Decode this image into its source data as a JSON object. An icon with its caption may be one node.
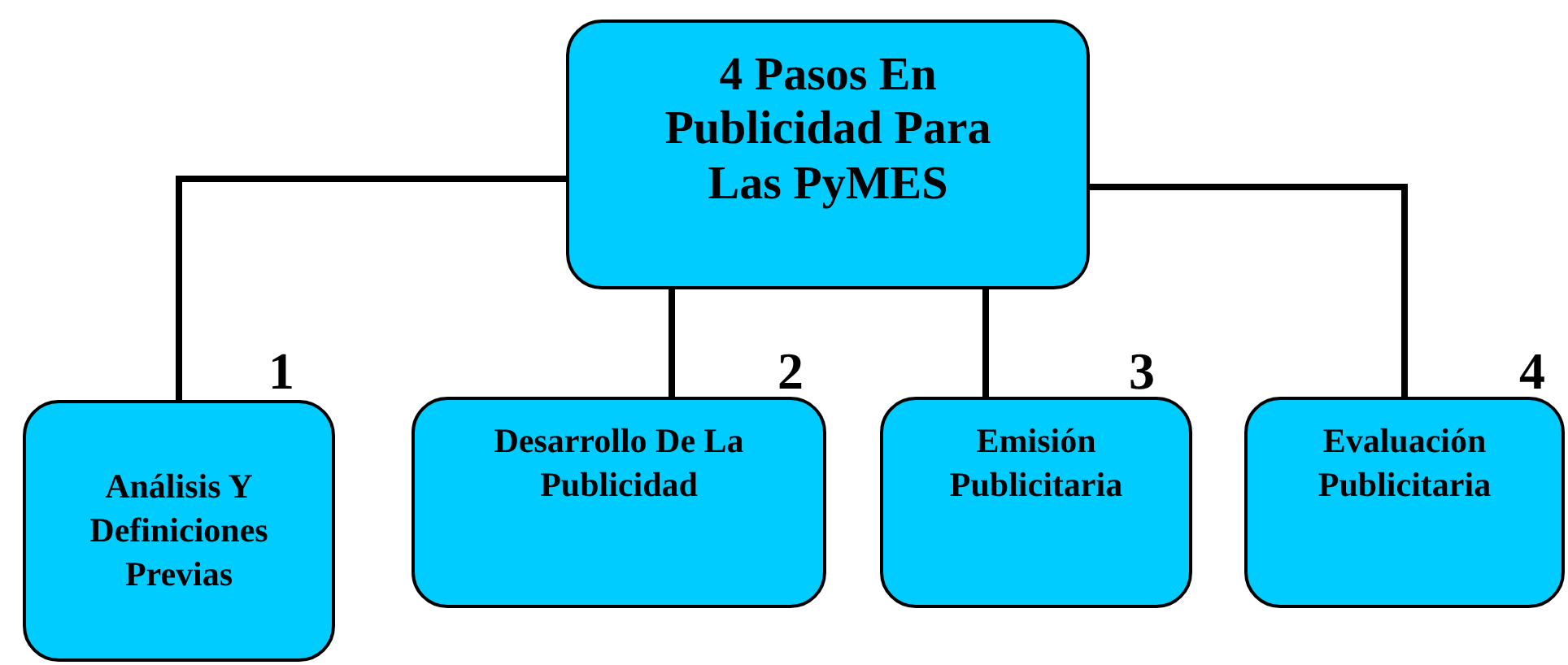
{
  "diagram": {
    "nodes": [
      {
        "text": [
          "4 Pasos En Publicidad Para Las PyMES"
        ]
      },
      {
        "text": [
          "Análisis Y Definiciones Previas"
        ],
        "beside": [
          "1"
        ]
      },
      {
        "text": [
          "Desarrollo De La Publicidad"
        ],
        "beside": [
          "2"
        ]
      },
      {
        "text": [
          "Emisión Publicitaria"
        ],
        "beside": [
          "3"
        ]
      },
      {
        "text": [
          "Evaluación Publicitaria"
        ],
        "beside": [
          "4"
        ]
      }
    ],
    "edges": [
      {
        "from": 0,
        "to": 1,
        "arrow": "none"
      },
      {
        "from": 0,
        "to": 2,
        "arrow": "none"
      },
      {
        "from": 0,
        "to": 3,
        "arrow": "none"
      },
      {
        "from": 0,
        "to": 4,
        "arrow": "none"
      }
    ]
  }
}
